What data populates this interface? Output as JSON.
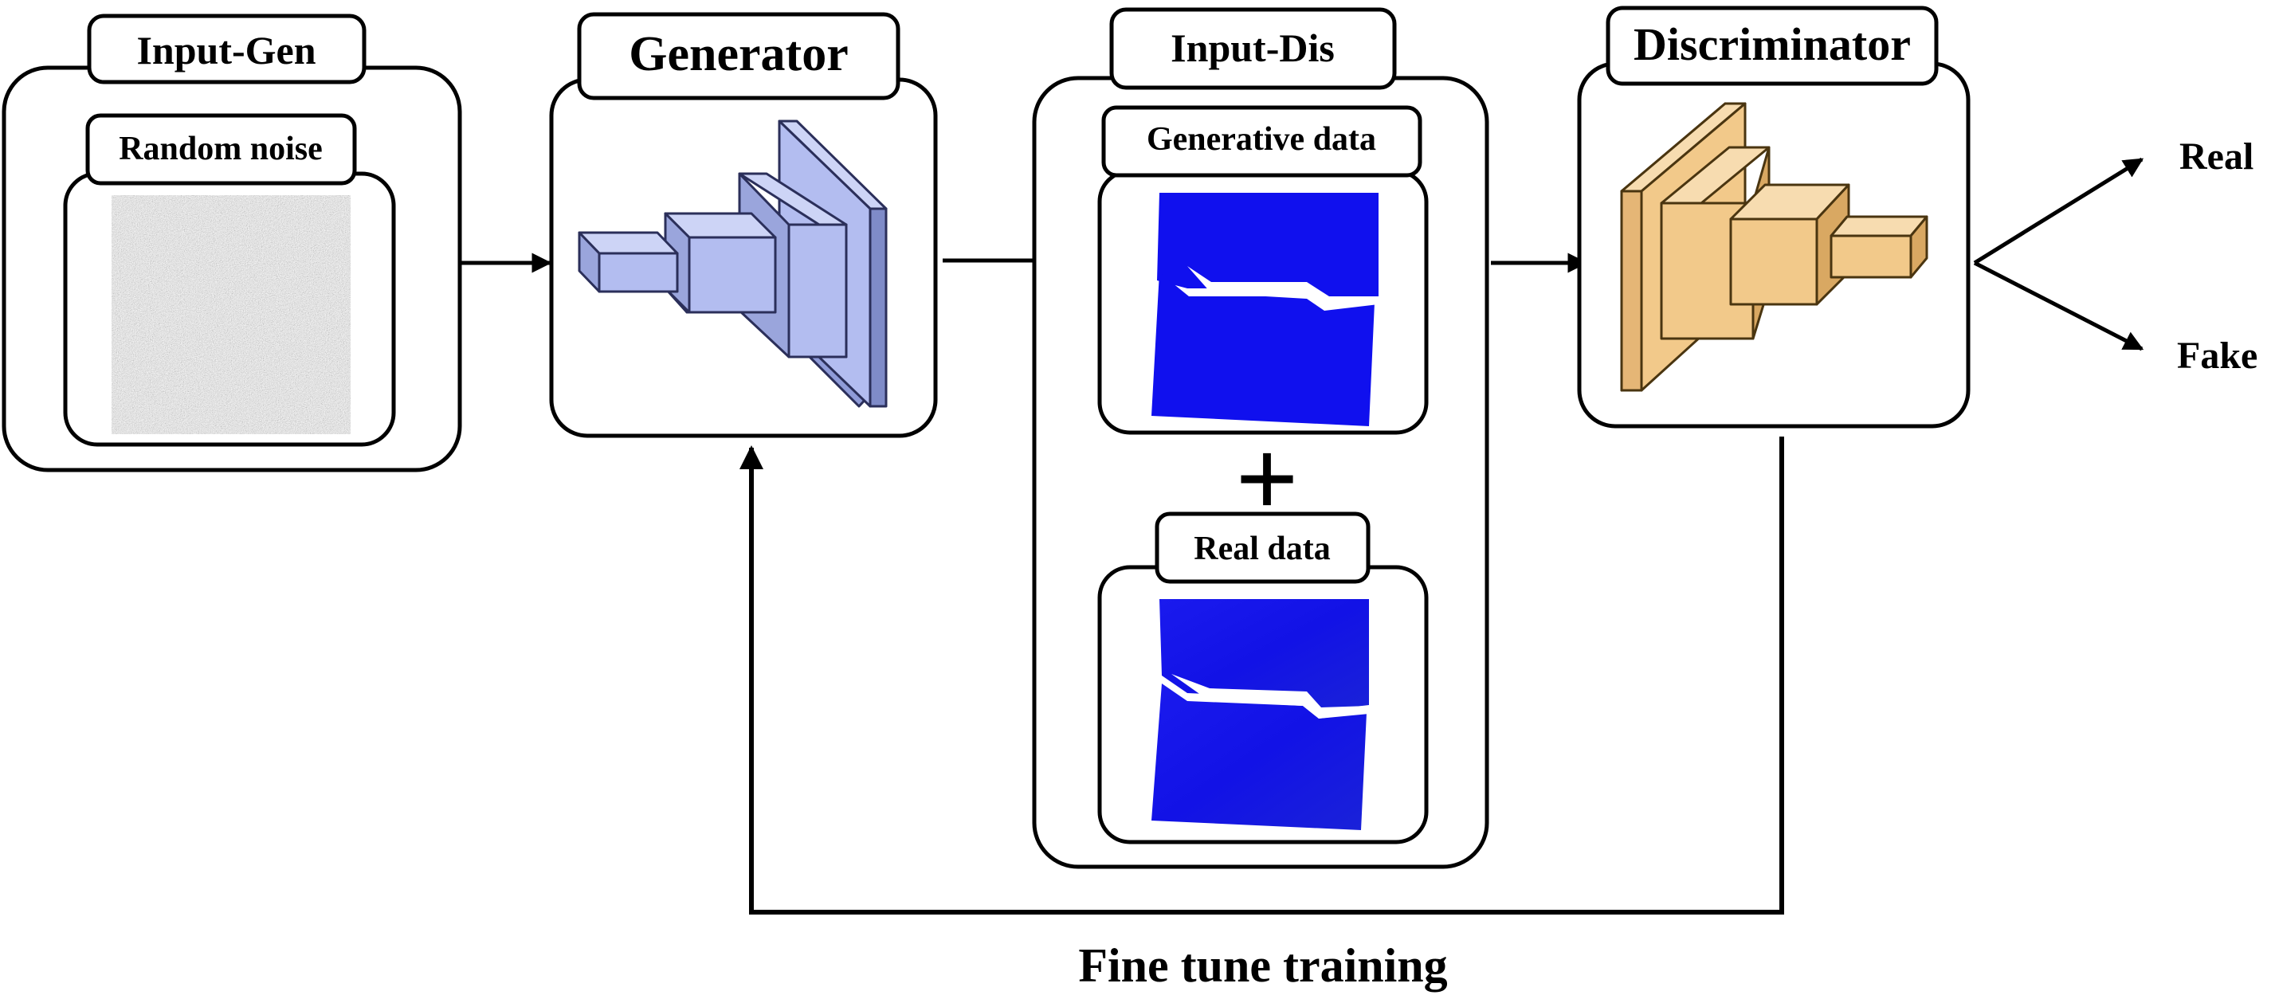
{
  "input_gen": {
    "title": "Input-Gen",
    "sub_title": "Random noise"
  },
  "generator": {
    "title": "Generator"
  },
  "input_dis": {
    "title": "Input-Dis",
    "generative_label": "Generative data",
    "real_label": "Real data",
    "plus_symbol": "+"
  },
  "discriminator": {
    "title": "Discriminator"
  },
  "outputs": {
    "real": "Real",
    "fake": "Fake"
  },
  "feedback": {
    "label": "Fine tune training"
  },
  "colors": {
    "generator_front": "#b3bdf0",
    "generator_top": "#cdd4f6",
    "generator_side": "#8f9bd8",
    "discriminator_front": "#f2c98a",
    "discriminator_top": "#f7dcb0",
    "discriminator_side": "#d9a862",
    "field_blue": "#1010ee"
  }
}
